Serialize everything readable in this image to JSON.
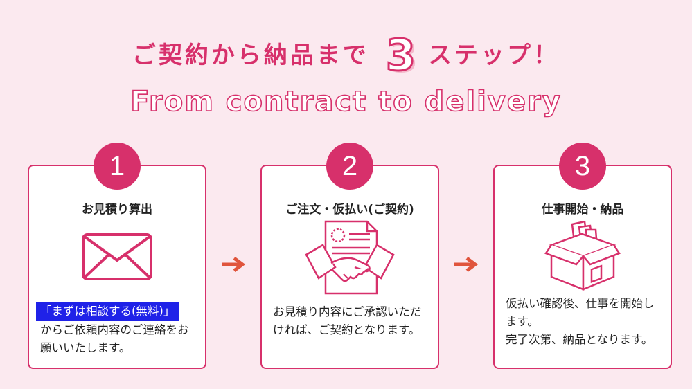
{
  "header": {
    "title_before": "ご契約から納品まで",
    "title_number": "3",
    "title_after": "ステップ！",
    "subtitle": "From contract to delivery"
  },
  "steps": [
    {
      "number": "1",
      "title": "お見積り算出",
      "icon": "envelope-icon",
      "highlight": "「まずは相談する(無料)」",
      "description": "からご依頼内容のご連絡をお願いいたします。"
    },
    {
      "number": "2",
      "title": "ご注文・仮払い(ご契約)",
      "icon": "handshake-contract-icon",
      "description": "お見積り内容にご承認いただければ、ご契約となります。"
    },
    {
      "number": "3",
      "title": "仕事開始・納品",
      "icon": "box-icon",
      "description": "仮払い確認後、仕事を開始します。",
      "description2": "完了次第、納品となります。"
    }
  ],
  "colors": {
    "accent": "#d7306b",
    "background": "#fbe9ef",
    "arrow": "#e0543c",
    "highlight": "#1f22e8"
  }
}
